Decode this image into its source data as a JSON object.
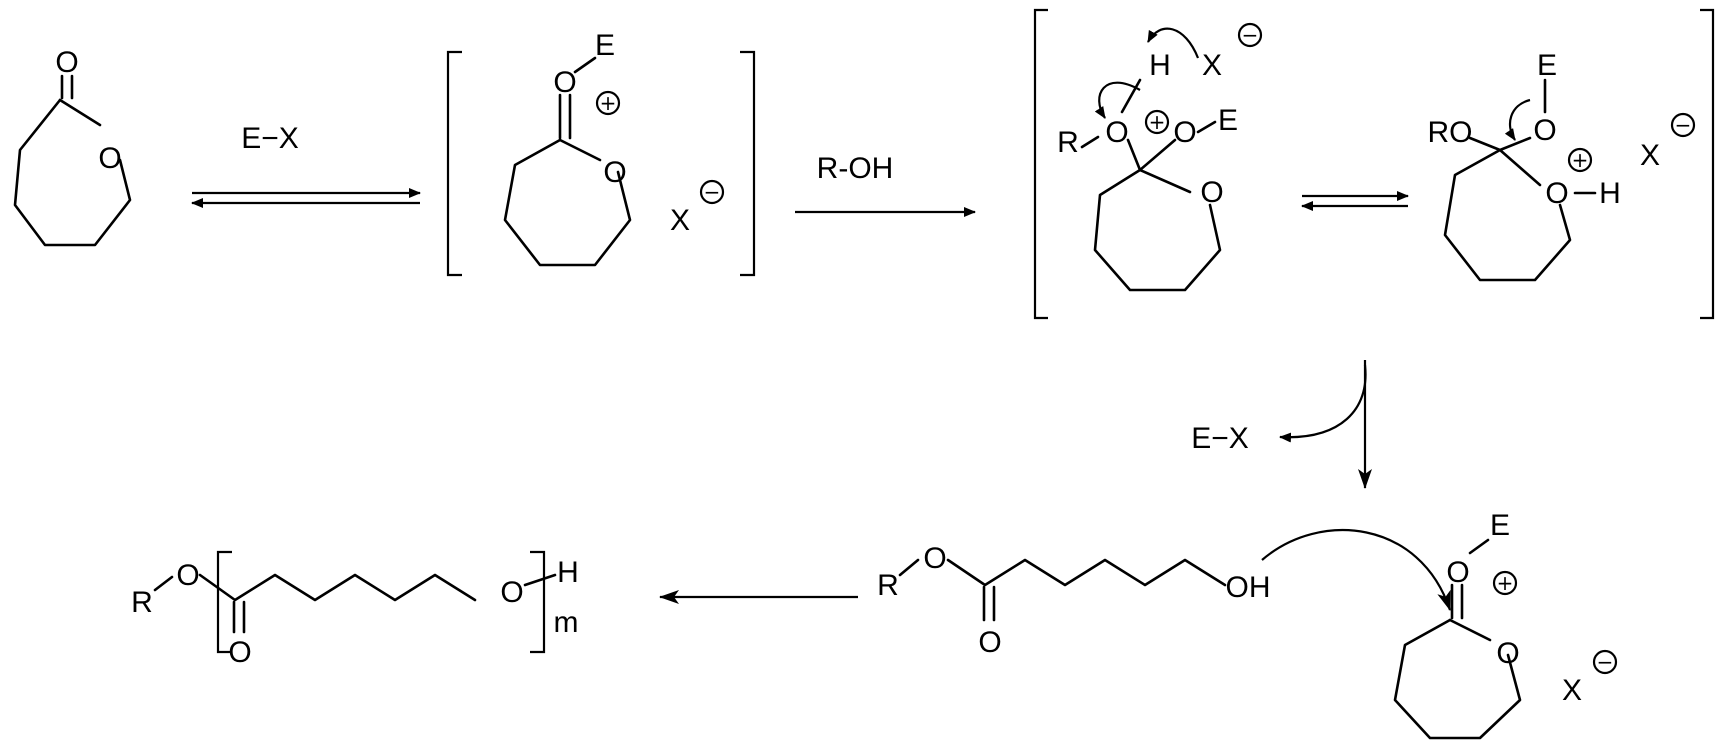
{
  "scheme": {
    "reagent_ex": "E−X",
    "reagent_roh": "R-OH",
    "byproduct_ex": "E−X",
    "atoms": {
      "O": "O",
      "E": "E",
      "H": "H",
      "X": "X",
      "R": "R",
      "RO": "RO",
      "OH": "OH",
      "m": "m"
    },
    "charges": {
      "plus": "+",
      "minus": "−"
    }
  }
}
